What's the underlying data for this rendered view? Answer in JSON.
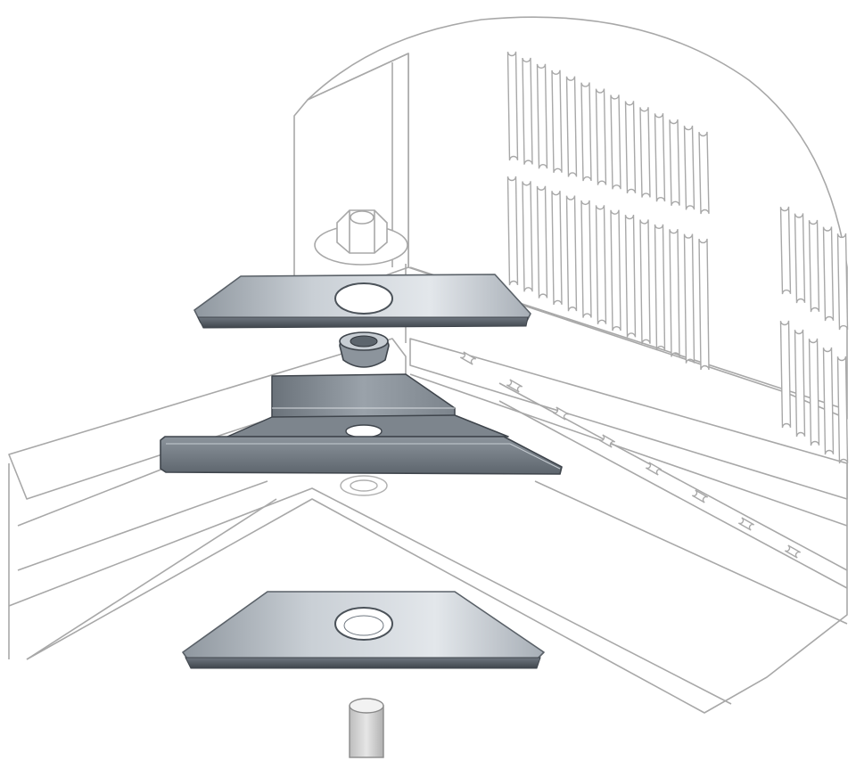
{
  "diagram": {
    "kind": "exploded-assembly-illustration",
    "palette": {
      "outline": "#9a9a9a",
      "cabinet_fill": "#ffffff",
      "steel_light": "#e2e6ea",
      "steel_mid": "#b5bcc4",
      "steel_dark": "#6f7780",
      "steel_edge": "#3f454c",
      "ghost_fill": "#f4f4f4"
    },
    "parts": [
      {
        "id": "cabinet-corner",
        "icon": "cabinet-corner-icon"
      },
      {
        "id": "ventilation-slots",
        "icon": "vent-slots-icon"
      },
      {
        "id": "hex-nut",
        "icon": "hex-nut-icon"
      },
      {
        "id": "top-gusset-plate",
        "icon": "gusset-plate-icon"
      },
      {
        "id": "grommet",
        "icon": "grommet-icon"
      },
      {
        "id": "corner-bracket",
        "icon": "corner-bracket-icon"
      },
      {
        "id": "bottom-gusset-plate",
        "icon": "gusset-plate-icon"
      },
      {
        "id": "leveling-foot-stud",
        "icon": "stud-icon"
      }
    ]
  }
}
